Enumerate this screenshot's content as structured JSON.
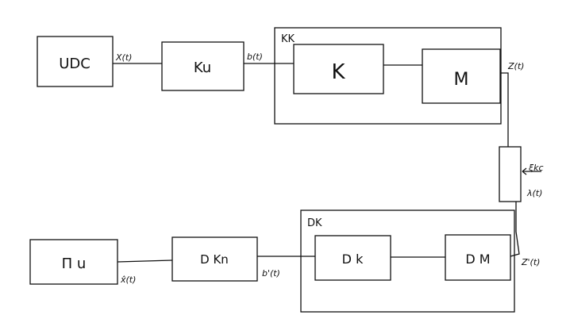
{
  "blocks": {
    "source": "UDC",
    "source_coder": "Ku",
    "channel_coder_group": "KK",
    "channel_coder": "K",
    "modulator": "M",
    "decoder_group": "DK",
    "demodulator": "D M",
    "channel_decoder": "D k",
    "source_decoder": "D Kn",
    "receiver": "П u"
  },
  "signals": {
    "x": "X(t)",
    "b": "b(t)",
    "z": "Z(t)",
    "noise": "ξkc",
    "channel": "λ(t)",
    "z_hat": "Z'(t)",
    "b_hat": "b'(t)",
    "x_hat": "x̂(t)"
  }
}
